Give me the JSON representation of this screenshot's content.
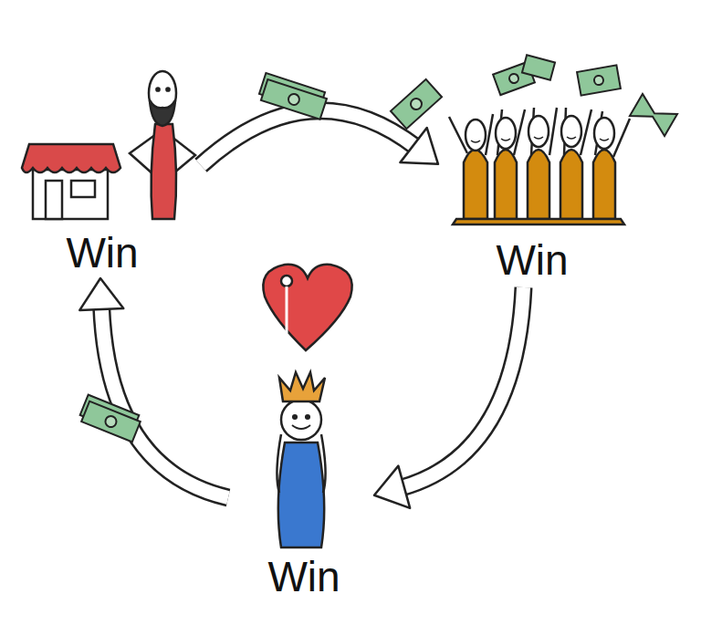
{
  "diagram": {
    "nodes": [
      {
        "text": [
          "Win"
        ]
      },
      {
        "text": [
          "Win"
        ]
      },
      {
        "text": [
          "Win"
        ]
      }
    ],
    "edges": [
      {
        "from": 0,
        "to": 1,
        "arrow": "to"
      },
      {
        "from": 1,
        "to": 2,
        "arrow": "to"
      },
      {
        "from": 2,
        "to": 0,
        "arrow": "to"
      }
    ]
  }
}
